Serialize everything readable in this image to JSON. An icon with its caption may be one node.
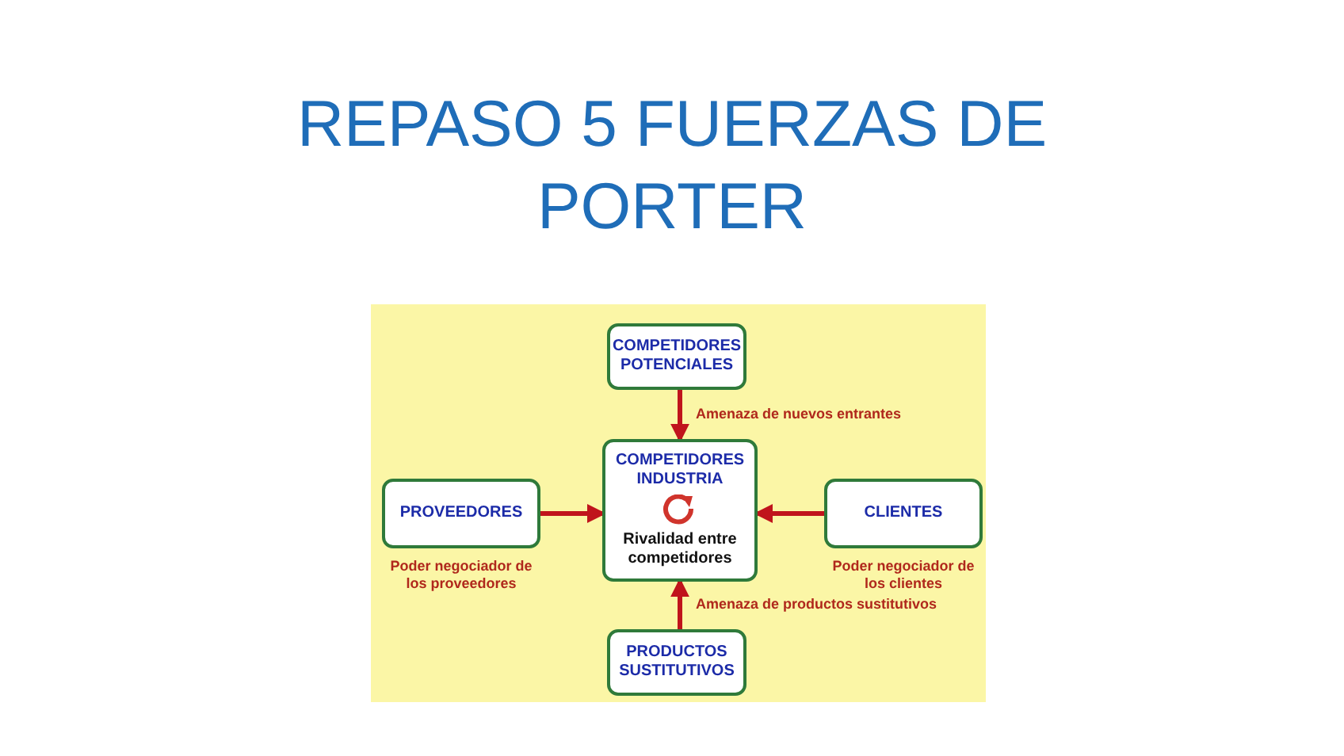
{
  "diagram": {
    "title": "REPASO 5 FUERZAS DE PORTER",
    "nodes": [
      {
        "text": [
          "COMPETIDORES POTENCIALES"
        ]
      },
      {
        "text": [
          "COMPETIDORES INDUSTRIA",
          "Rivalidad entre competidores"
        ]
      },
      {
        "text": [
          "PROVEEDORES"
        ],
        "beside": [
          "Poder negociador de los proveedores"
        ]
      },
      {
        "text": [
          "CLIENTES"
        ],
        "beside": [
          "Poder negociador de los clientes"
        ]
      },
      {
        "text": [
          "PRODUCTOS SUSTITUTIVOS"
        ]
      }
    ],
    "edges": [
      {
        "from": 0,
        "to": 1,
        "arrow": "to",
        "label": "Amenaza de nuevos entrantes"
      },
      {
        "from": 2,
        "to": 1,
        "arrow": "to"
      },
      {
        "from": 3,
        "to": 1,
        "arrow": "to"
      },
      {
        "from": 4,
        "to": 1,
        "arrow": "to",
        "label": "Amenaza de productos sustitutivos"
      }
    ]
  }
}
